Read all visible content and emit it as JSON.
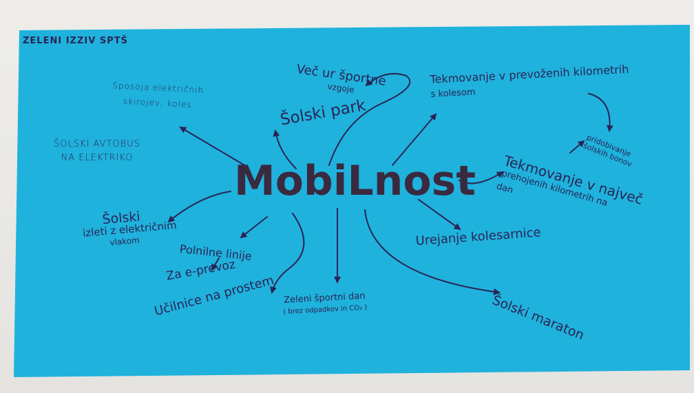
{
  "poster": {
    "background_color": "#1fb2dd",
    "ink_color": "#2a2455",
    "header": "ZELENI IZZIV SPTŠ",
    "central_topic": "MobiLnost",
    "ideas": {
      "sposoja": "Sposoja električnih skirojev, koles",
      "solski_avtobus_line1": "ŠOLSKI AVTOBUS",
      "solski_avtobus_line2": "NA ELEKTRIKO",
      "vec_ur_line1": "Več ur športne",
      "vec_ur_line2": "vzgoje",
      "solski_park": "Šolski park",
      "tekmovanje_kolesom_line1": "Tekmovanje v prevoženih kilometrih",
      "tekmovanje_kolesom_line2": "s kolesom",
      "pridobivanje_line1": "pridobivanje",
      "pridobivanje_line2": "šolskih bonov",
      "tekmovanje_dan_line1": "Tekmovanje v največ",
      "tekmovanje_dan_line2": "prehojenih kilometrih na",
      "tekmovanje_dan_line3": "dan",
      "izleti_line1": "Šolski",
      "izleti_line2": "izleti z električnim",
      "izleti_line3": "vlakom",
      "polnilne": "Polnilne linije",
      "e_prevoz": "Za e-prevoz",
      "ucilnice": "Učilnice na prostem",
      "zeleni_dan_line1": "Zeleni športni dan",
      "zeleni_dan_line2": "( brez odpadkov in CO₂ )",
      "urejanje": "Urejanje kolesarnice",
      "maraton": "Šolski maraton"
    }
  }
}
